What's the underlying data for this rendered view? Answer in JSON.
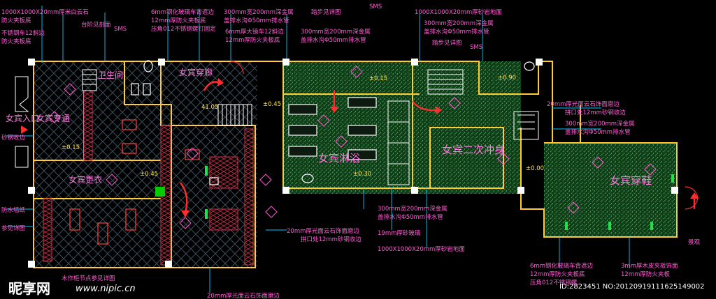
{
  "colors": {
    "background": "#000000",
    "wall": "#ffcc33",
    "leader": "#00c8ff",
    "annotation": "#ff5ad2",
    "room_label": "#ff7ae0",
    "stone_fill": "#1a6e2a",
    "arrow": "#ff2d2d",
    "green_marker": "#00cc00",
    "column": "#ffffff"
  },
  "rooms": {
    "lady_entrance": "女宾入口",
    "lady_toilet": "卫生间",
    "lady_locker": "女宾更衣",
    "lady_corridor": "女宾穿廊",
    "lady_bath": "女宾淋浴",
    "lady_second_shower": "女宾二次冲身",
    "lady_dressing": "女宾穿鞋",
    "lady_transit": "女宾专通"
  },
  "annotations": {
    "top_left_1": "1000X1000X20mm厚米白云石",
    "top_left_2": "防火夹板底",
    "top_left_3": "不锈钢车12斜边",
    "top_left_4": "防火夹板底",
    "top_2": "6mm钢化玻璃车背遮边",
    "top_3": "12mm厚防火夹板底",
    "top_4": "压角012不锈钢螺钉固定",
    "top_5": "台阶见剖面",
    "top_6": "300mm宽200mm深金属",
    "top_7": "盖排水沟Φ50mm排水管",
    "top_8": "6mm厚大镜车12斜边",
    "top_9": "12mm厚防火夹板底",
    "top_10": "踏步见详图",
    "top_11": "300mm宽200mm深金属",
    "top_12": "盖排水沟Φ50mm排水管",
    "top_13": "1000X1000X20mm厚砂岩地面",
    "top_14": "300mm宽200mm深金属",
    "top_15": "盖排水沟Φ50mm排水管",
    "top_16": "踏步见详图",
    "right_1": "20mm厚光面云石饰面磨边",
    "right_2": "拼口处12mm砂钢收边",
    "right_3": "300mm宽200mm深金属",
    "right_4": "盖排水沟Φ50mm排水管",
    "left_1": "砂钢收边",
    "left_2": "防水墙纸",
    "left_3": "参见详图",
    "bottom_1": "20mm厚光面云石饰面磨边",
    "bottom_2": "拼口处12mm砂钢收边",
    "bottom_3": "300mm宽200mm深金属",
    "bottom_4": "盖排水沟Φ50mm排水管",
    "bottom_5": "19mm厚砂玻璃",
    "bottom_6": "1000X1000X20mm厚砂岩地面",
    "bottom_7": "6mm钢化玻璃车背遮边",
    "bottom_8": "12mm厚防火夹板底",
    "bottom_9": "压角012不锈钢螺",
    "bottom_10": "3mm厚木皮夹板饰面",
    "bottom_11": "12mm厚防火夹板",
    "bottom_12": "木作柜节点参见详图",
    "bottom_13": "20mm厚光面云石饰面磨边",
    "bottom_right_tag": "景观"
  },
  "levels": {
    "l1": "±0.15",
    "l2": "±0.45",
    "l3": "41.05",
    "l4": "±0.45",
    "l5": "±0.15",
    "l6": "±0.30",
    "l7": "±0.00",
    "l8": "±0.90"
  },
  "tags": {
    "t1": "SMS",
    "t2": "SMS",
    "t3": "SMS"
  },
  "watermark": {
    "brand": "昵享网",
    "url": "www.nipic.cn",
    "id": "ID:2823451 NO:20120919111625149002"
  }
}
